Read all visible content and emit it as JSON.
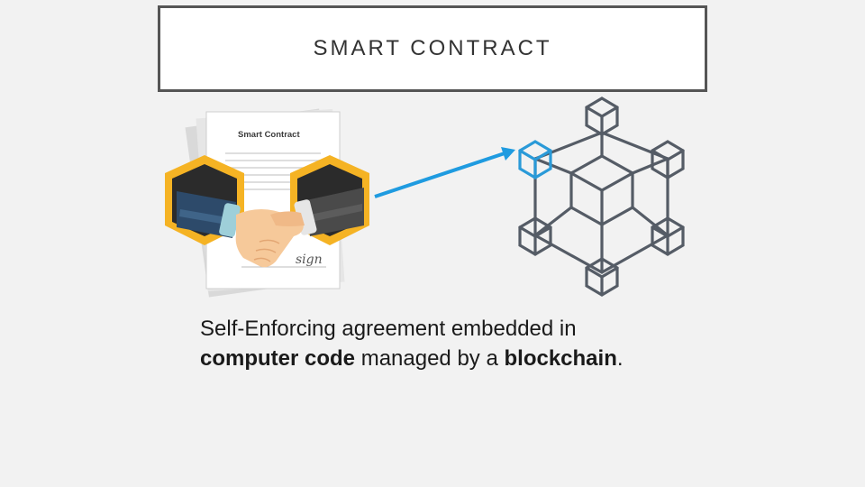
{
  "title": "SMART CONTRACT",
  "document": {
    "heading": "Smart Contract",
    "signature": "sign"
  },
  "caption": {
    "part1": "Self-Enforcing agreement embedded in",
    "bold1": "computer code",
    "part2": " managed by a ",
    "bold2": "blockchain",
    "part3": "."
  },
  "colors": {
    "background": "#f2f2f2",
    "title_border": "#555555",
    "arrow": "#1f9be0",
    "block_stroke": "#555c66",
    "block_highlight": "#2a9ad8",
    "hex_frame": "#f5b324",
    "left_sleeve": "#2d4a6a",
    "right_sleeve": "#3c3c3c",
    "hand_skin": "#f6c99a"
  },
  "icons": [
    "contract-document-icon",
    "handshake-icon",
    "blockchain-network-icon",
    "arrow-icon"
  ]
}
